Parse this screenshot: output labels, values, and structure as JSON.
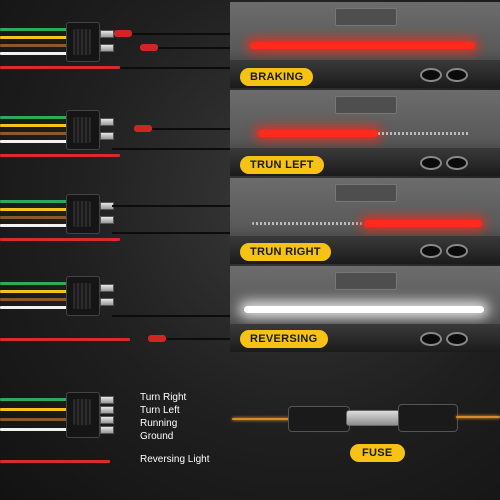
{
  "modes": [
    {
      "label": "BRAKING"
    },
    {
      "label": "TRUN LEFT"
    },
    {
      "label": "TRUN RIGHT"
    },
    {
      "label": "REVERSING"
    }
  ],
  "legend": {
    "items": [
      "Turn Right",
      "Turn Left",
      "Running",
      "Ground"
    ],
    "reversing": "Reversing Light"
  },
  "fuse": {
    "label": "FUSE"
  },
  "colors": {
    "accent_label": "#f6c315",
    "red_light": "#ff2a1a",
    "white_light": "#ffffff",
    "wire_green": "#2ea85a",
    "wire_yellow": "#f0c419",
    "wire_brown": "#8b5a2b",
    "wire_white": "#f2f2f2",
    "wire_red": "#d92b2b"
  }
}
